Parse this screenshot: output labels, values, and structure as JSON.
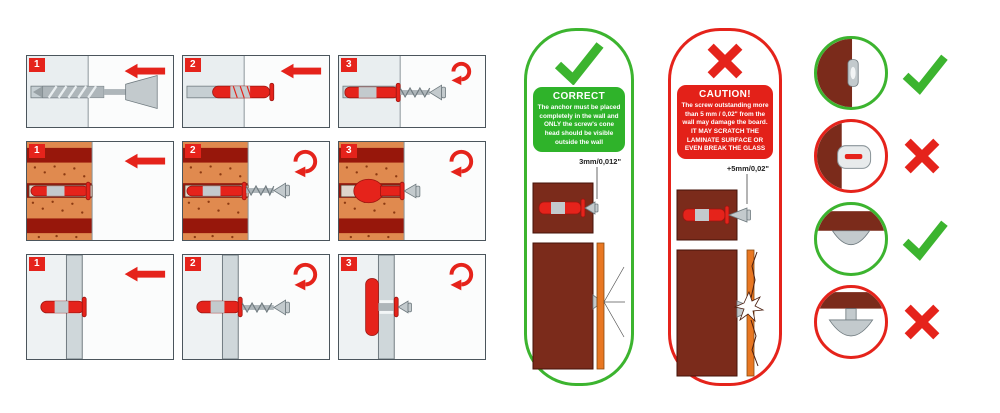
{
  "steps": {
    "badge_labels": [
      "1",
      "2",
      "3"
    ],
    "rows": [
      {
        "surface": "solid wall"
      },
      {
        "surface": "hollow brick"
      },
      {
        "surface": "drywall board"
      }
    ]
  },
  "correct": {
    "title": "CORRECT",
    "body": "The anchor must be placed completely in the wall and ONLY the screw's cone head should be visible outside the wall",
    "measurement": "3mm/0,012\"",
    "accent": "#3cb42f"
  },
  "caution": {
    "title": "CAUTION!",
    "body": "The screw outstanding more than 5 mm / 0,02\" from the wall may damage the board. IT MAY SCRATCH THE LAMINATE SURFACE OR EVEN BREAK THE GLASS",
    "measurement": "+5mm/0,02\"",
    "accent": "#e5231b"
  },
  "examples": [
    {
      "label": "anchor flush in wall",
      "result": "correct",
      "icon": "check-icon"
    },
    {
      "label": "anchor protruding from wall",
      "result": "wrong",
      "icon": "x-icon"
    },
    {
      "label": "screw head flush on surface",
      "result": "correct",
      "icon": "check-icon"
    },
    {
      "label": "screw head standing off surface",
      "result": "wrong",
      "icon": "x-icon"
    }
  ],
  "colors": {
    "correct_green": "#3cb42f",
    "caution_red": "#e5231b",
    "anchor_red": "#e5231b",
    "wall_maroon": "#7b2b1b",
    "brick_orange": "#e08a4f",
    "brick_cavity": "#97170b",
    "board_orange": "#e87722",
    "metal_gray": "#c3cacd"
  }
}
